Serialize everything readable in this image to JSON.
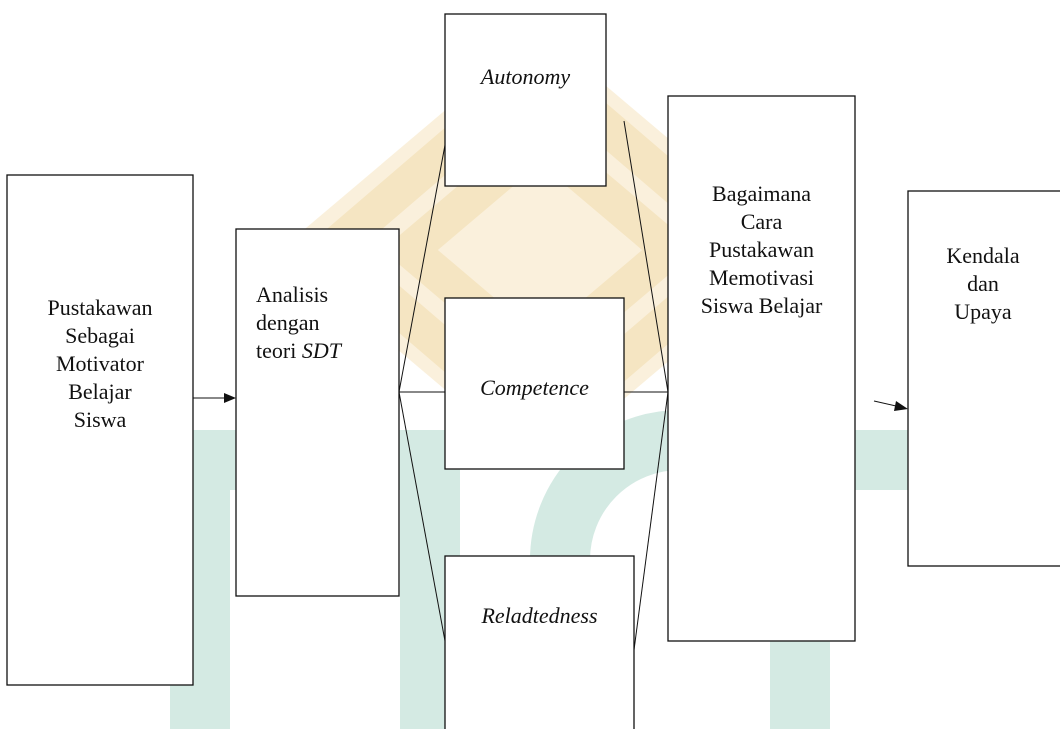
{
  "diagram": {
    "box_pustakawan": [
      "Pustakawan",
      "Sebagai",
      "Motivator",
      "Belajar",
      "Siswa"
    ],
    "box_analisis": {
      "line1": "Analisis",
      "line2": "dengan",
      "line3_prefix": "teori ",
      "line3_italic": "SDT"
    },
    "box_autonomy": "Autonomy",
    "box_competence": "Competence",
    "box_reladtedness": "Reladtedness",
    "box_bagaimana": [
      "Bagaimana",
      "Cara",
      "Pustakawan",
      "Memotivasi",
      "Siswa Belajar"
    ],
    "box_kendala": [
      "Kendala",
      "dan",
      "Upaya"
    ]
  },
  "colors": {
    "watermark_gold": "#F5E4C0",
    "watermark_green": "#D4EAE3",
    "ink": "#111111"
  }
}
